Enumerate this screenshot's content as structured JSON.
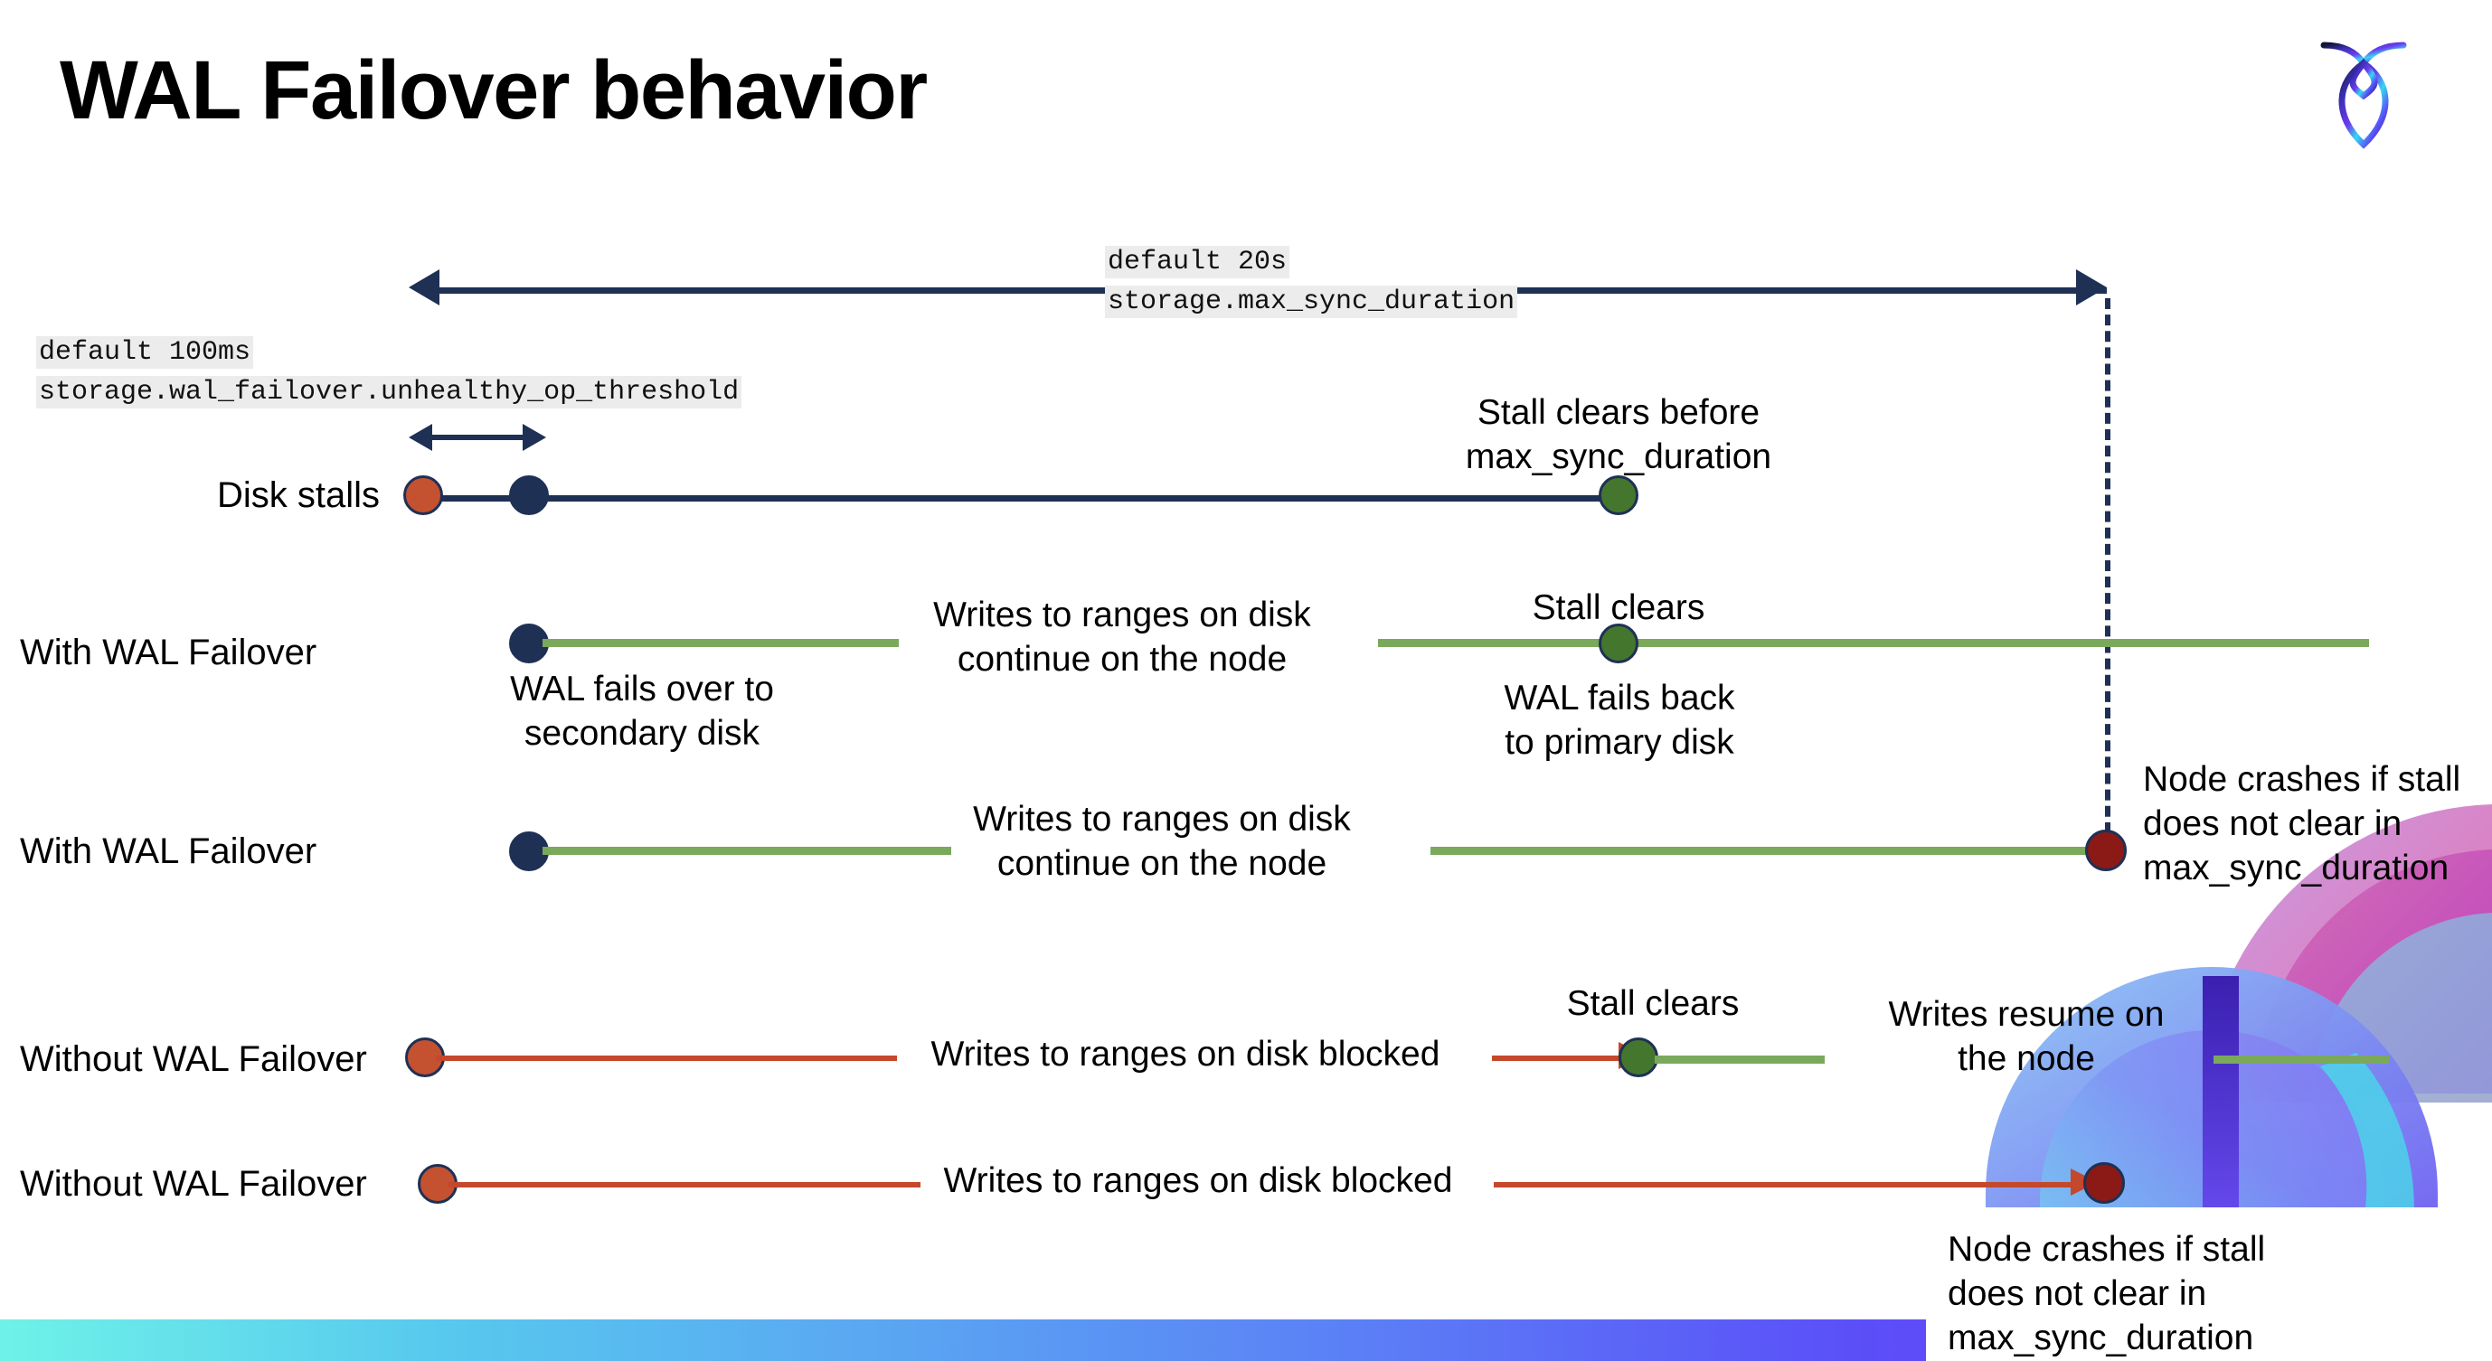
{
  "slide": {
    "title": "WAL Failover behavior",
    "logo_name": "cockroachdb-logo"
  },
  "annotations": {
    "max_sync": {
      "line1": "default 20s",
      "line2": "storage.max_sync_duration"
    },
    "unhealthy_op": {
      "line1": "default 100ms",
      "line2": "storage.wal_failover.unhealthy_op_threshold"
    }
  },
  "rows": [
    {
      "id": "disk-stalls",
      "label": "Disk stalls",
      "notes": [
        {
          "id": "stall-clears-before",
          "text": "Stall clears before\nmax_sync_duration"
        }
      ]
    },
    {
      "id": "with-wal-failover-recovers",
      "label": "With WAL Failover",
      "notes": [
        {
          "id": "wal-fails-over",
          "text": "WAL fails over to\nsecondary disk"
        },
        {
          "id": "writes-continue-1",
          "text": "Writes to ranges on disk\ncontinue on the node"
        },
        {
          "id": "stall-clears-1",
          "text": "Stall clears"
        },
        {
          "id": "wal-fails-back",
          "text": "WAL fails  back\nto primary disk"
        }
      ]
    },
    {
      "id": "with-wal-failover-crashes",
      "label": "With WAL Failover",
      "notes": [
        {
          "id": "writes-continue-2",
          "text": "Writes to ranges on disk\ncontinue on the node"
        },
        {
          "id": "node-crashes-1",
          "text": "Node crashes if stall\ndoes not clear in\nmax_sync_duration"
        }
      ]
    },
    {
      "id": "without-wal-failover-recovers",
      "label": "Without WAL Failover",
      "notes": [
        {
          "id": "writes-blocked-1",
          "text": "Writes to ranges on disk  blocked"
        },
        {
          "id": "stall-clears-2",
          "text": "Stall clears"
        },
        {
          "id": "writes-resume",
          "text": "Writes resume on\nthe node"
        }
      ]
    },
    {
      "id": "without-wal-failover-crashes",
      "label": "Without WAL Failover",
      "notes": [
        {
          "id": "writes-blocked-2",
          "text": "Writes to ranges on disk  blocked"
        },
        {
          "id": "node-crashes-2",
          "text": "Node crashes if stall\ndoes not clear in\nmax_sync_duration"
        }
      ]
    }
  ],
  "colors": {
    "navy": "#1f3055",
    "green_line": "#7aa95c",
    "green_marker": "#44762e",
    "red_line": "#c4482c",
    "red_marker": "#c4512f",
    "crash_marker": "#8b1a16",
    "chip_bg": "#ececec"
  },
  "legend_markers": {
    "stall_start": "red-dot-marker",
    "failover_point": "navy-dot-marker",
    "stall_clear": "green-dot-marker",
    "node_crash": "dark-red-dot-marker"
  }
}
